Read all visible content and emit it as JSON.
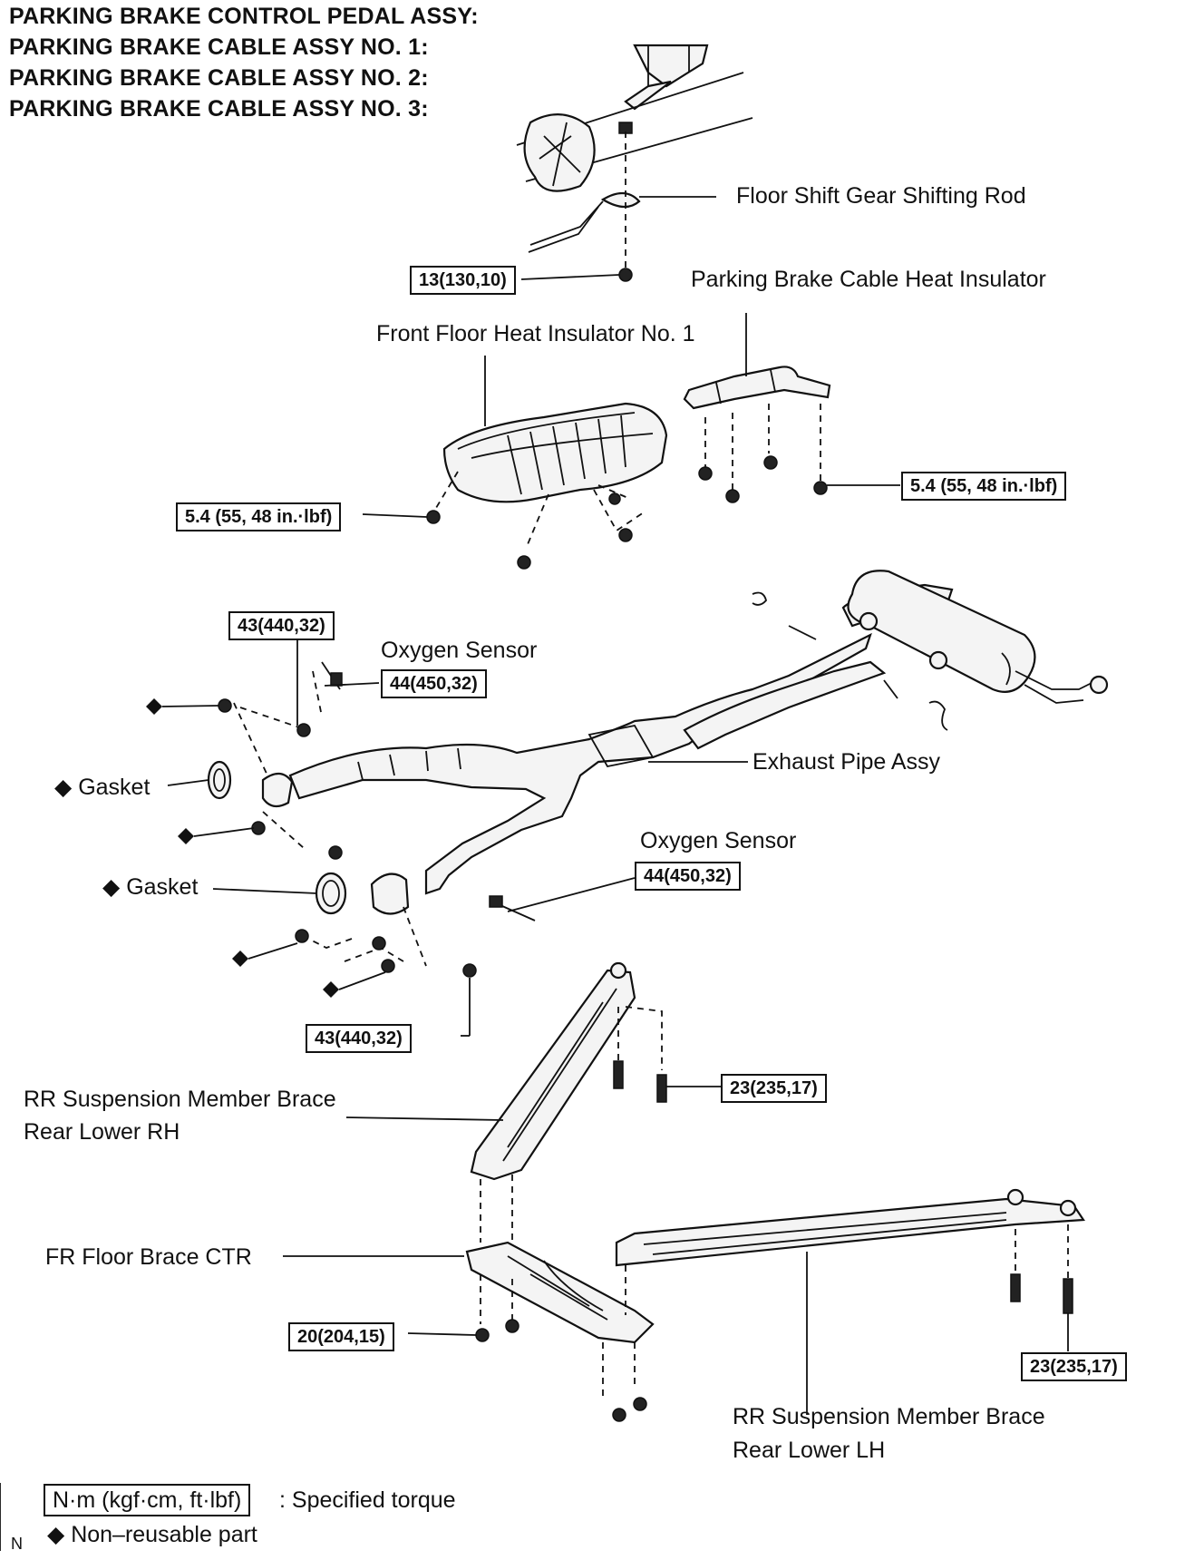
{
  "titles": [
    "PARKING BRAKE CONTROL PEDAL ASSY:",
    "PARKING BRAKE CABLE ASSY NO. 1:",
    "PARKING BRAKE CABLE ASSY NO. 2:",
    "PARKING BRAKE CABLE ASSY NO. 3:"
  ],
  "parts": {
    "floor_shift_rod": "Floor Shift Gear Shifting Rod",
    "pb_cable_heat_insulator": "Parking Brake Cable Heat Insulator",
    "front_floor_heat_insulator": "Front Floor Heat Insulator No. 1",
    "oxygen_sensor_upper": "Oxygen Sensor",
    "exhaust_pipe_assy": "Exhaust Pipe Assy",
    "gasket_upper": "Gasket",
    "oxygen_sensor_lower": "Oxygen Sensor",
    "gasket_lower": "Gasket",
    "rr_brace_rh_line1": "RR Suspension Member Brace",
    "rr_brace_rh_line2": "Rear Lower RH",
    "fr_floor_brace": "FR Floor Brace CTR",
    "rr_brace_lh_line1": "RR Suspension Member Brace",
    "rr_brace_lh_line2": "Rear Lower LH"
  },
  "torques": {
    "shift_rod_nut": "13(130,10)",
    "front_insulator": "5.4 (55, 48 in.·lbf)",
    "pb_insulator": "5.4 (55, 48 in.·lbf)",
    "front_flange_upper": "43(440,32)",
    "oxygen_sensor_upper": "44(450,32)",
    "oxygen_sensor_lower": "44(450,32)",
    "front_flange_lower": "43(440,32)",
    "rr_brace_rh": "23(235,17)",
    "fr_floor_brace": "20(204,15)",
    "rr_brace_lh": "23(235,17)"
  },
  "legend": {
    "torque_unit": "N·m (kgf·cm, ft·lbf)",
    "torque_desc": ": Specified torque",
    "non_reusable_symbol": "◆",
    "non_reusable_desc": "Non–reusable part",
    "corner_mark": "N"
  }
}
